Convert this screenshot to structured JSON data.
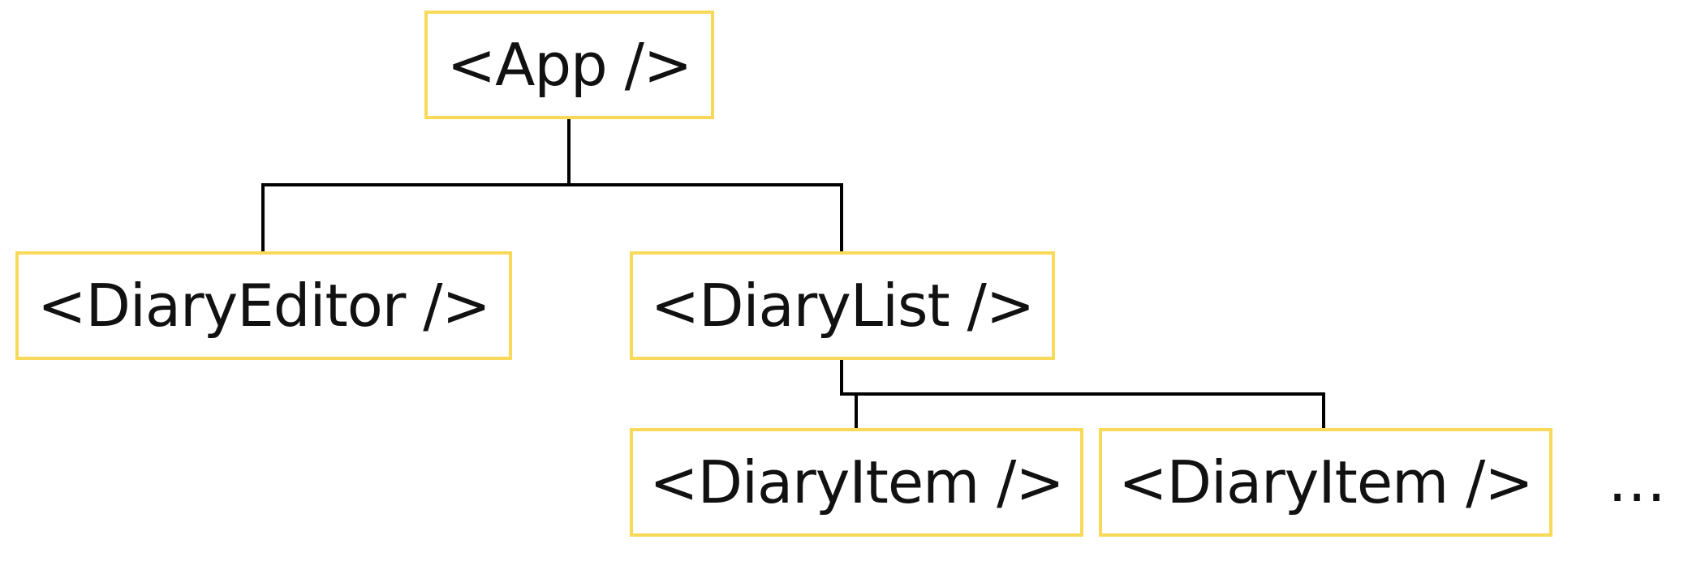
{
  "diagram": {
    "nodes": {
      "app": "<App />",
      "diary_editor": "<DiaryEditor />",
      "diary_list": "<DiaryList />",
      "diary_item_1": "<DiaryItem />",
      "diary_item_2": "<DiaryItem />"
    },
    "ellipsis": "…",
    "colors": {
      "node_border": "#f9d95a",
      "connector": "#000000",
      "text": "#111111"
    }
  }
}
